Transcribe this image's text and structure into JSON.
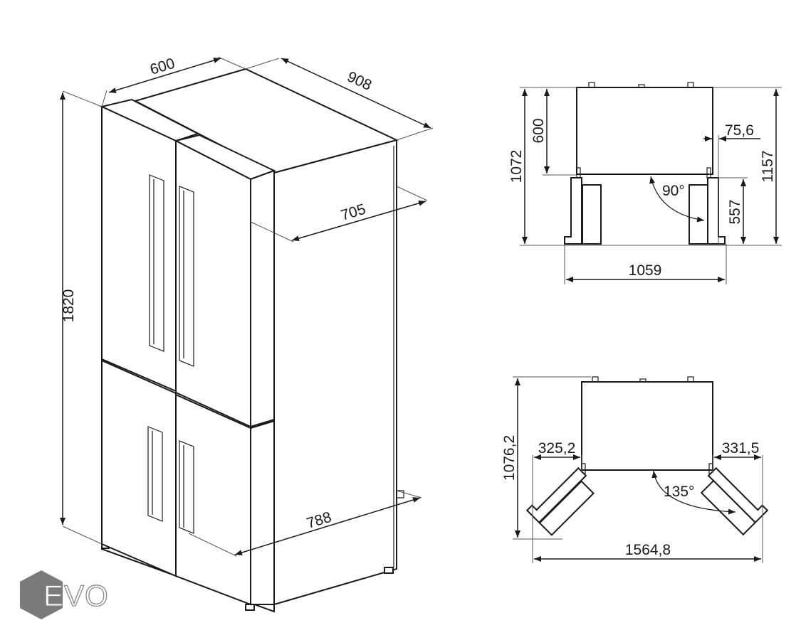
{
  "fridge_3d": {
    "dimensions": {
      "height": "1820",
      "width": "600",
      "depth": "908",
      "door_depth": "705",
      "door_open_depth": "788"
    }
  },
  "plan_90": {
    "angle": "90°",
    "dimensions": {
      "depth_total": "1072",
      "cabinet_depth": "600",
      "hinge_offset": "75,6",
      "overall_depth": "1157",
      "door_width": "557",
      "total_width": "1059"
    }
  },
  "plan_135": {
    "angle": "135°",
    "dimensions": {
      "depth_total": "1076,2",
      "left_door_projection": "325,2",
      "right_door_projection": "331,5",
      "total_width": "1564,8"
    }
  },
  "logo": {
    "text": "EVO"
  },
  "colors": {
    "line": "#1a1a1a",
    "logo_gray": "#7a7a7a"
  }
}
